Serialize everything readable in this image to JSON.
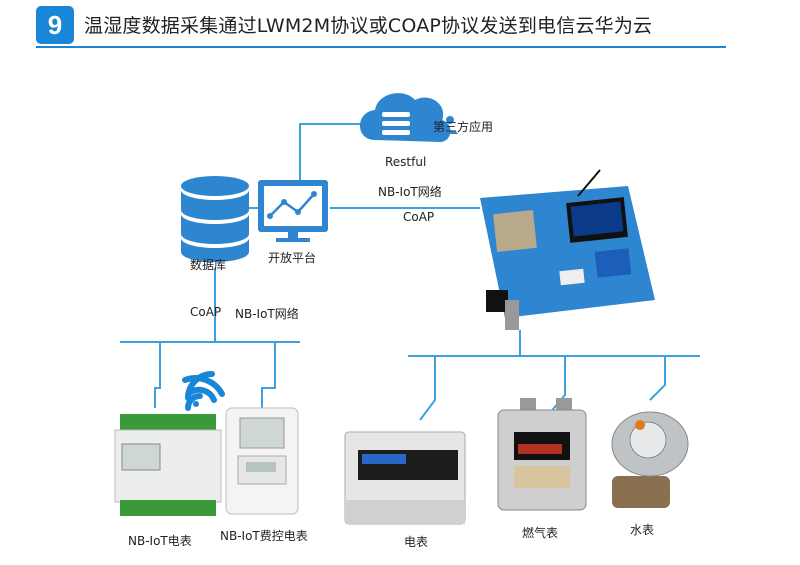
{
  "header": {
    "step_number": "9",
    "title": "温湿度数据采集通过LWM2M协议或COAP协议发送到电信云华为云"
  },
  "nodes": {
    "cloud": "Restful",
    "third_party": "第三方应用",
    "database": "数据库",
    "platform": "开放平台",
    "net_upper": "NB-IoT网络",
    "coap_upper": "CoAP",
    "coap_lower": "CoAP",
    "net_lower": "NB-IoT网络",
    "meter_nbiot": "NB-IoT电表",
    "meter_prepaid": "NB-IoT费控电表",
    "meter_electric": "电表",
    "meter_gas": "燃气表",
    "meter_water": "水表"
  },
  "colors": {
    "accent": "#1a86d8",
    "line": "#3fa0e0",
    "board": "#2f86d0"
  },
  "icons": [
    "cloud-icon",
    "users-icon",
    "database-icon",
    "chart-monitor-icon",
    "wifi-icon",
    "board-image",
    "meter-image"
  ]
}
